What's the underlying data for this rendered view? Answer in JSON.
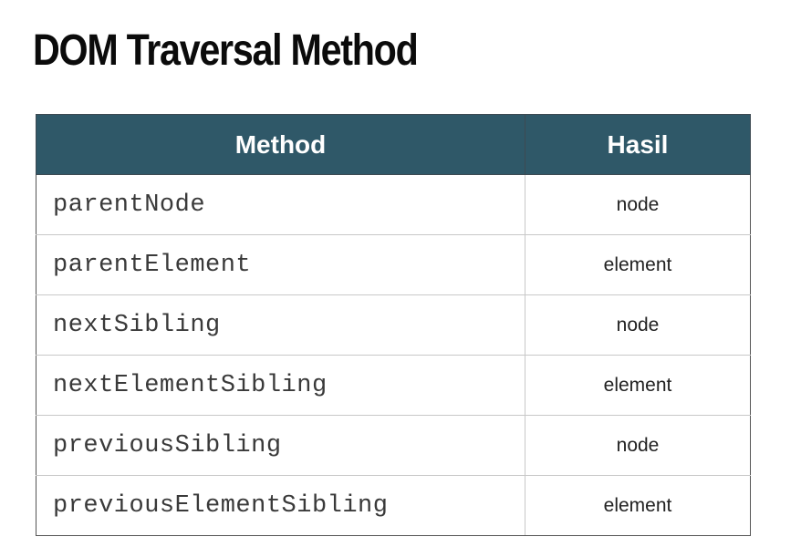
{
  "slide": {
    "title": "DOM Traversal Method"
  },
  "table": {
    "headers": {
      "method": "Method",
      "hasil": "Hasil"
    },
    "rows": [
      {
        "method": "parentNode",
        "hasil": "node"
      },
      {
        "method": "parentElement",
        "hasil": "element"
      },
      {
        "method": "nextSibling",
        "hasil": "node"
      },
      {
        "method": "nextElementSibling",
        "hasil": "element"
      },
      {
        "method": "previousSibling",
        "hasil": "node"
      },
      {
        "method": "previousElementSibling",
        "hasil": "element"
      }
    ]
  },
  "colors": {
    "header_background": "#2f5868",
    "header_text": "#ffffff",
    "title_text": "#0b0b0b"
  }
}
